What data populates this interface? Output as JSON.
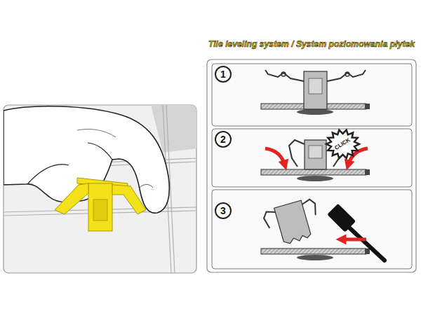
{
  "diagram": {
    "title": "Tile leveling system / System poziomowania płytek",
    "nodes": [
      {
        "text": [
          "1"
        ]
      },
      {
        "text": [
          "2"
        ]
      },
      {
        "text": [
          "3"
        ]
      },
      {
        "text": [
          "CLICK"
        ]
      }
    ]
  }
}
